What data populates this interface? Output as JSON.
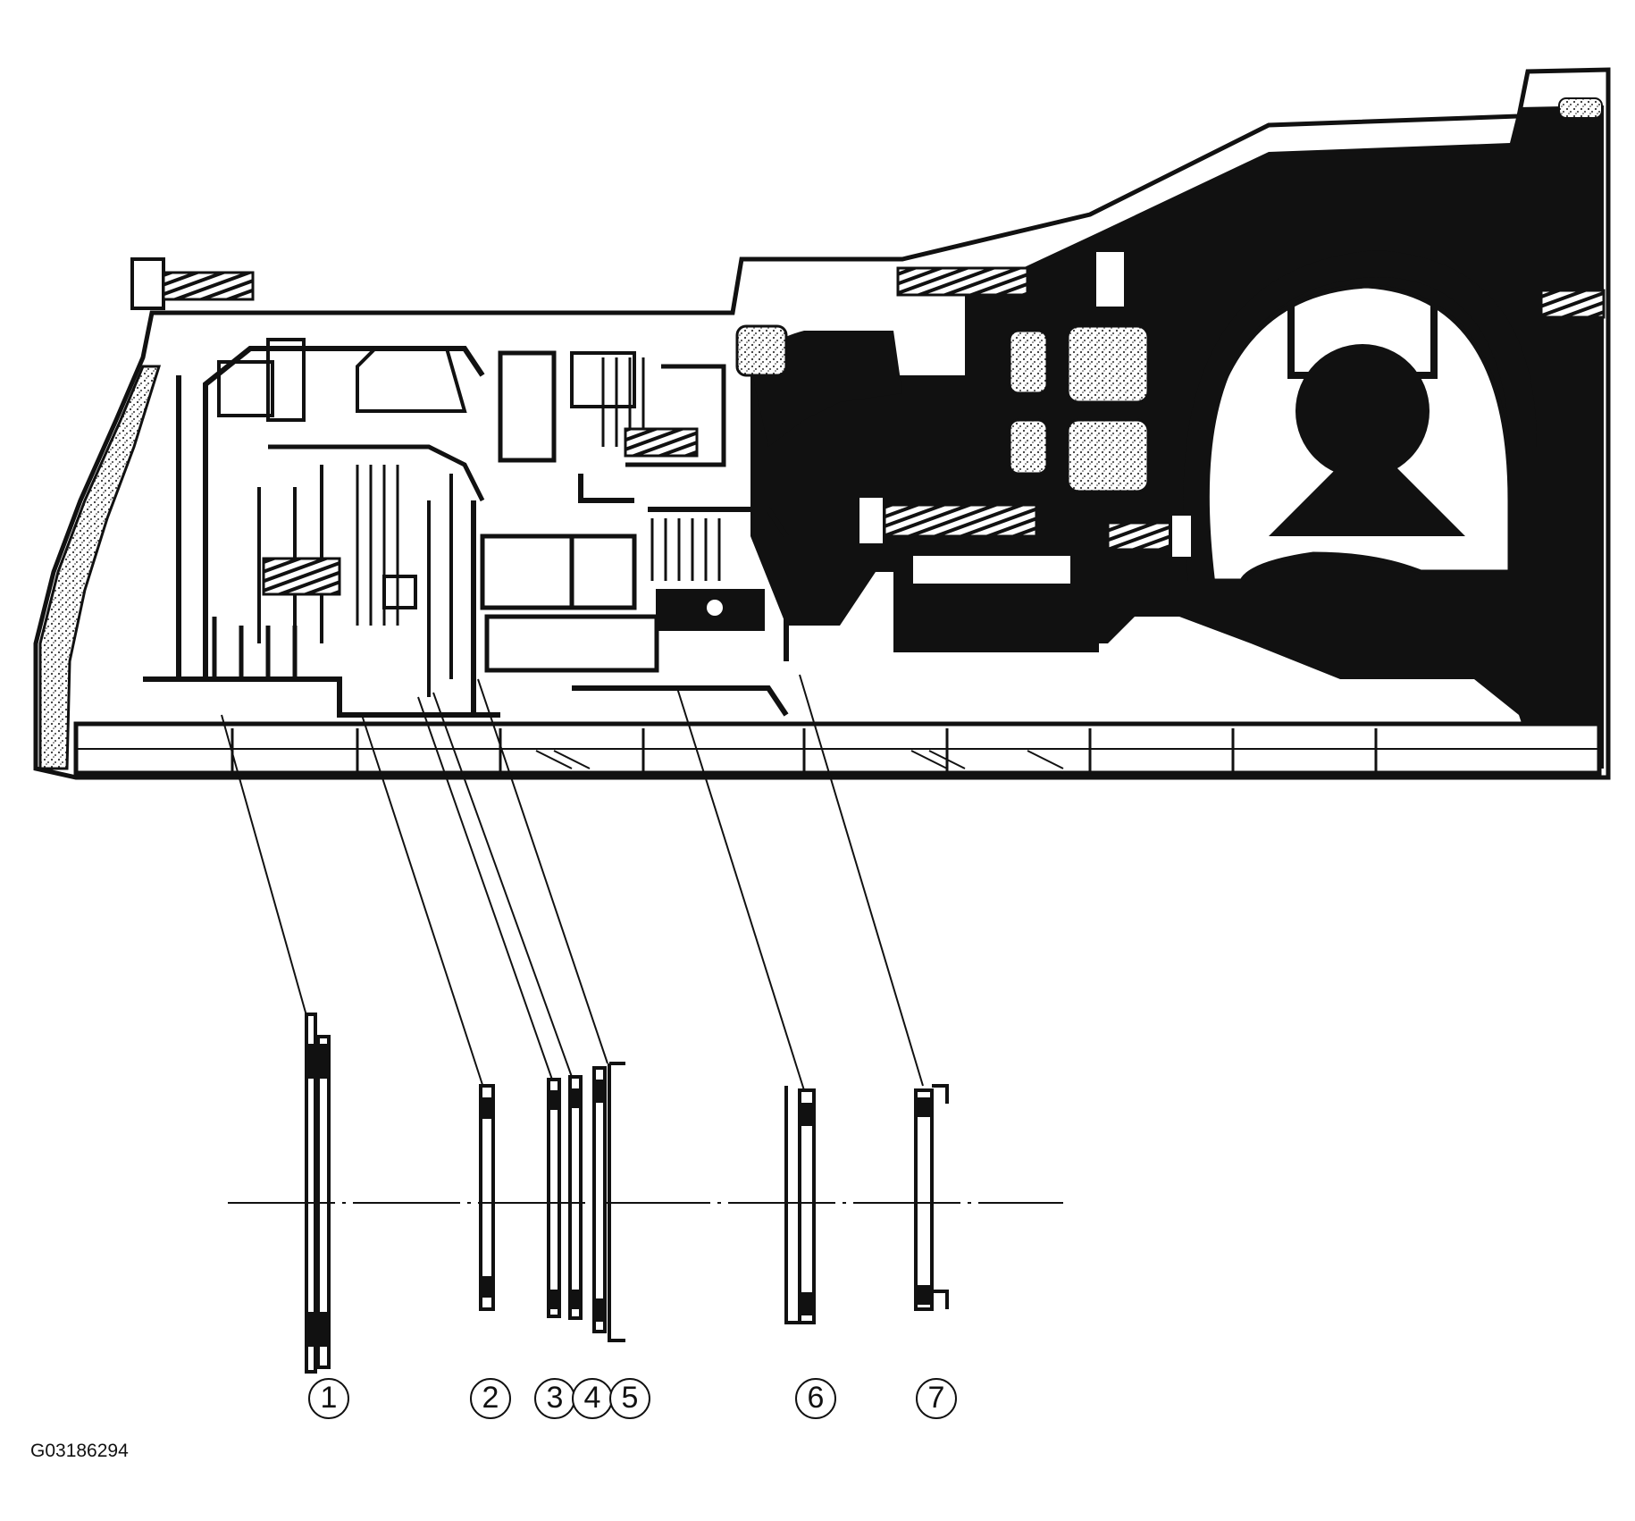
{
  "figure": {
    "code": "G03186294",
    "callouts": [
      "1",
      "2",
      "3",
      "4",
      "5",
      "6",
      "7"
    ]
  },
  "colors": {
    "ink": "#111111",
    "paper": "#ffffff",
    "stipple": "#8a8a8a"
  }
}
